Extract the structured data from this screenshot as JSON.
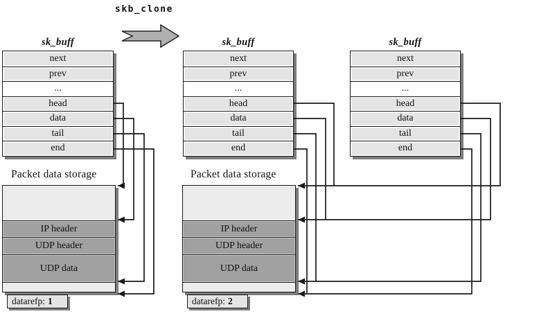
{
  "clone_label": "skb_clone",
  "tables": [
    {
      "title": "sk_buff",
      "rows": [
        "next",
        "prev",
        "...",
        "head",
        "data",
        "tail",
        "end"
      ]
    },
    {
      "title": "sk_buff",
      "rows": [
        "next",
        "prev",
        "...",
        "head",
        "data",
        "tail",
        "end"
      ]
    },
    {
      "title": "sk_buff",
      "rows": [
        "next",
        "prev",
        "...",
        "head",
        "data",
        "tail",
        "end"
      ]
    }
  ],
  "storages": [
    {
      "label": "Packet data storage",
      "sections": [
        "IP header",
        "UDP header",
        "UDP data"
      ],
      "ref_label": "datarefp:",
      "ref_value": "1"
    },
    {
      "label": "Packet data storage",
      "sections": [
        "IP header",
        "UDP header",
        "UDP data"
      ],
      "ref_label": "datarefp:",
      "ref_value": "2"
    }
  ],
  "colors": {
    "row_fill": "#e4e4e4",
    "storage_light": "#ececec",
    "storage_dark": "#a1a1a1",
    "shadow": "#7d7d7d",
    "arrow_fill": "#b0b0b0",
    "line": "#1a1a1a"
  }
}
